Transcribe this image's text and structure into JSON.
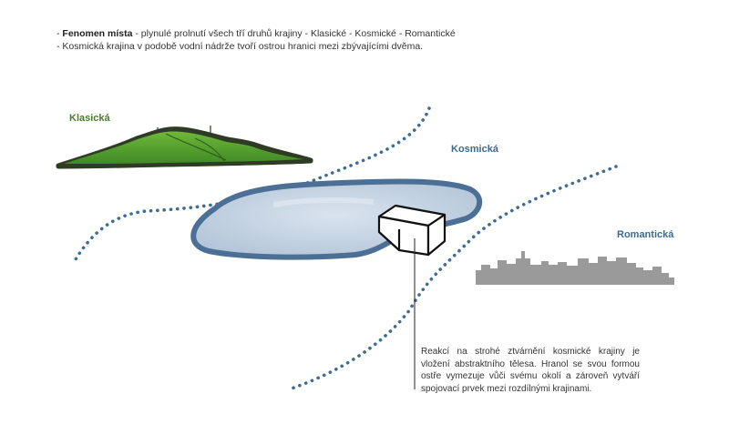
{
  "intro": {
    "line1_bold": "Fenomen místa",
    "line1_rest": " - plynulé prolnutí všech tří druhů krajiny - Klasické - Kosmické - Romantické",
    "line1_dash": "- ",
    "line2": "- Kosmická krajina v podobě vodní nádrže tvoří ostrou hranici mezi zbývajícími dvěma."
  },
  "labels": {
    "klasicka": "Klasická",
    "kosmicka": "Kosmická",
    "romanticka": "Romantická"
  },
  "note": "Reakcí na strohé ztvárnění kosmické krajiny je vložení abstraktního tělesa. Hranol se svou formou ostře vymezuje vůči svému okolí a zároveň vytváří spojovací prvek mezi rozdílnými krajinami.",
  "colors": {
    "classic_green": "#4a7d2c",
    "cosmic_blue": "#3d6a8c",
    "water_fill": "#c6d4e3",
    "water_edge": "#4c6f96",
    "city_gray": "#9a9a9a",
    "dots": "#3f6b93"
  }
}
